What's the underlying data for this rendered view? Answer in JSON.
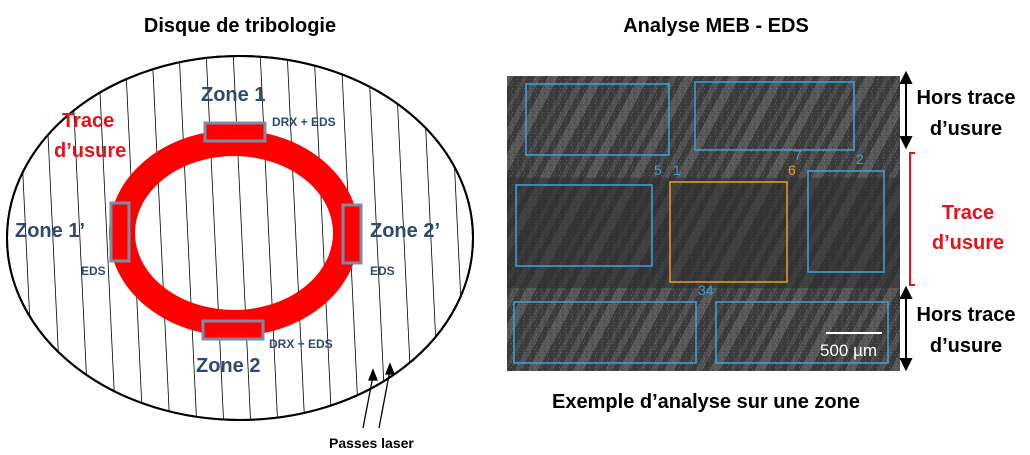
{
  "left": {
    "title": "Disque de tribologie",
    "trace_line1": "Trace",
    "trace_line2": "d’usure",
    "zone_top": "Zone 1",
    "zone_bottom": "Zone 2",
    "zone_left": "Zone 1’",
    "zone_right": "Zone 2’",
    "tech_top": "DRX + EDS",
    "tech_bottom": "DRX + EDS",
    "tech_left": "EDS",
    "tech_right": "EDS",
    "passes": "Passes laser"
  },
  "right": {
    "title": "Analyse MEB - EDS",
    "caption": "Exemple d’analyse sur une zone",
    "scalebar": "500 µm",
    "numbers": [
      "5",
      "1",
      "7",
      "6",
      "2",
      "34"
    ],
    "hors_top_1": "Hors trace",
    "hors_top_2": "d’usure",
    "trace_1": "Trace",
    "trace_2": "d’usure",
    "hors_bottom_1": "Hors trace",
    "hors_bottom_2": "d’usure"
  },
  "colors": {
    "ring": "#ff0000",
    "zone_text": "#2e4a70",
    "trace_text": "#e8111a",
    "blue_box": "#3a9fd4",
    "orange_box": "#e39a1e",
    "sem_bg": "#3a3a3a"
  }
}
